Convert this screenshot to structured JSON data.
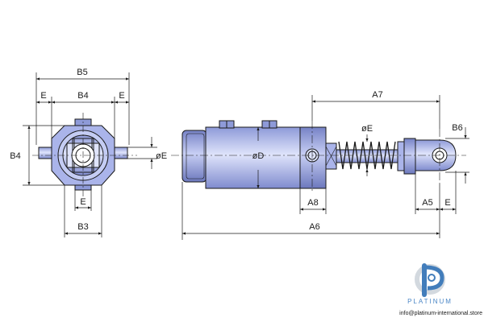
{
  "labels": {
    "b5": "B5",
    "b4_top": "B4",
    "e_top_left": "E",
    "e_top_right": "E",
    "b4_left": "B4",
    "oe_left": "øE",
    "e_bottom": "E",
    "b3": "B3",
    "a7": "A7",
    "b6": "B6",
    "oe_spring": "øE",
    "od": "øD",
    "a8": "A8",
    "a5": "A5",
    "e_right": "E",
    "a6": "A6"
  },
  "brand": {
    "name": "PLATINUM",
    "email": "info@platinum-international.store"
  },
  "colors": {
    "body_fill": "#aab4ea",
    "line": "#1a1a1a",
    "brand_accent": "#4a86c6"
  }
}
